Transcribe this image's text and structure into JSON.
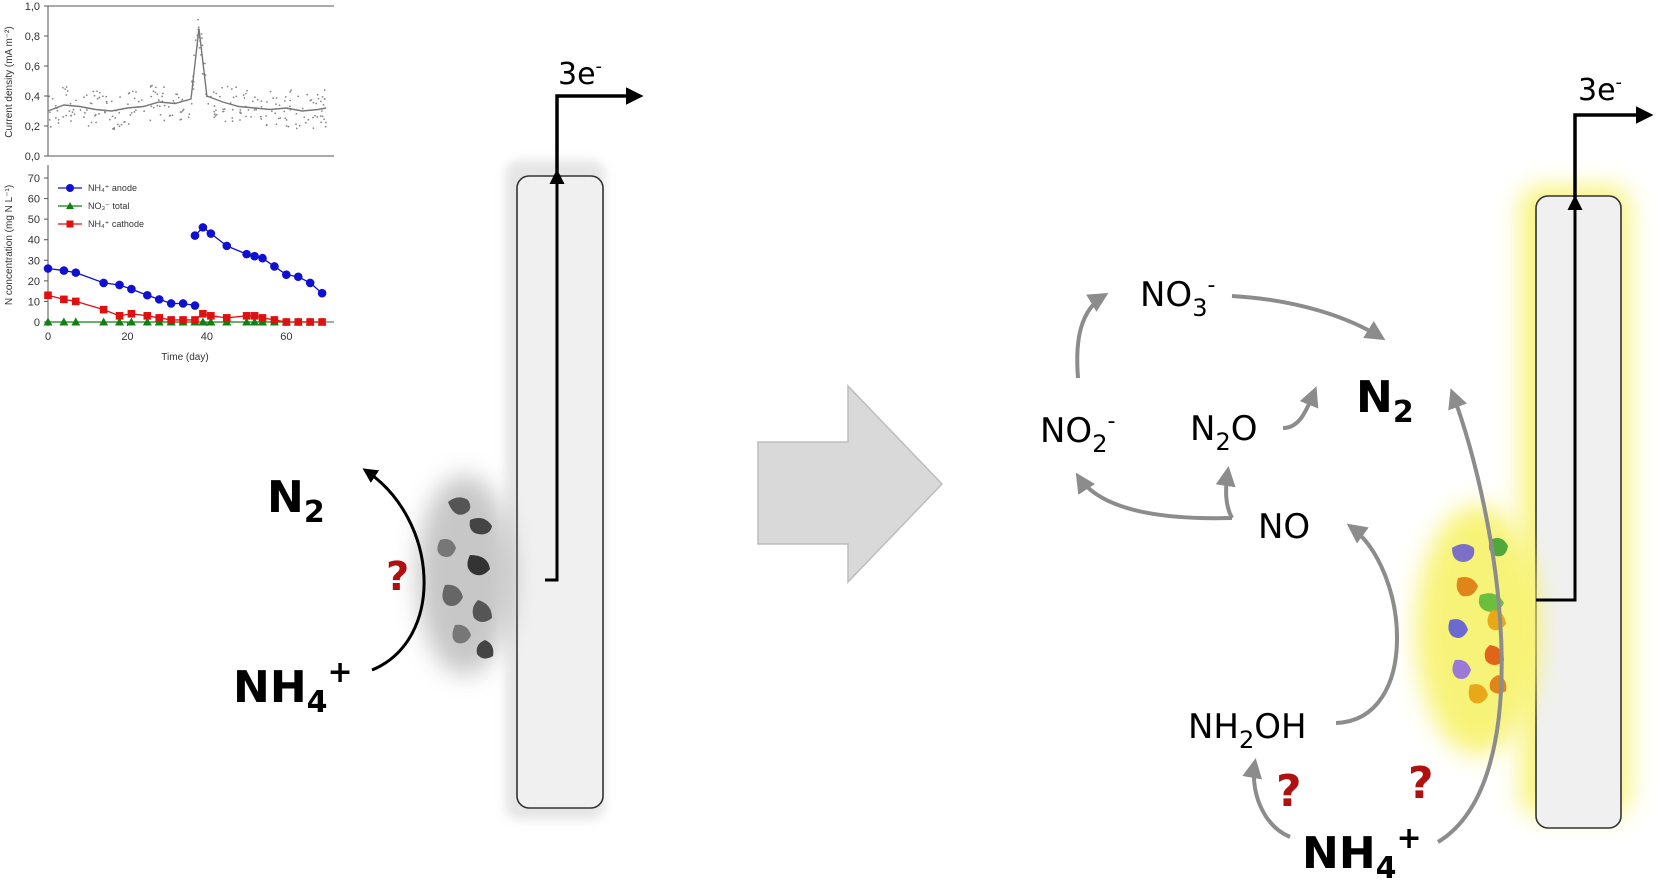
{
  "left_panel": {
    "electrons": {
      "text": "3e",
      "sup": "-"
    },
    "n2": {
      "base": "N",
      "sub": "2"
    },
    "nh4": {
      "base": "NH",
      "sub": "4",
      "sup": "+"
    },
    "question": "?"
  },
  "right_panel": {
    "electrons": {
      "text": "3e",
      "sup": "-"
    },
    "no3": {
      "base": "NO",
      "sub": "3",
      "sup": "-"
    },
    "no2": {
      "base": "NO",
      "sub": "2",
      "sup": "-"
    },
    "n2o": {
      "a": "N",
      "sub": "2",
      "b": "O"
    },
    "n2": {
      "base": "N",
      "sub": "2"
    },
    "no": "NO",
    "nh2oh": {
      "a": "NH",
      "sub": "2",
      "b": "OH"
    },
    "nh4": {
      "base": "NH",
      "sub": "4",
      "sup": "+"
    },
    "question_1": "?",
    "question_2": "?"
  },
  "colors": {
    "black": "#000000",
    "gray_arrow": "#8c8c8c",
    "question_red": "#b01010",
    "electrode_fill": "#f0f0f0",
    "glow_yellow": "#f7f26a",
    "big_arrow": "#d9d9d9"
  },
  "chart_data": [
    {
      "type": "scatter",
      "title": "",
      "xlabel": "",
      "ylabel": "Current density (mA m⁻²)",
      "xlim": [
        0,
        72
      ],
      "ylim": [
        0,
        1.0
      ],
      "y_ticks": [
        "0,0",
        "0,2",
        "0,4",
        "0,6",
        "0,8",
        "1,0"
      ],
      "grid": false,
      "series": [
        {
          "x": [
            0,
            4,
            8,
            12,
            16,
            20,
            24,
            28,
            32,
            36,
            38,
            40,
            44,
            48,
            52,
            56,
            60,
            64,
            68,
            70
          ],
          "values": [
            0.3,
            0.34,
            0.33,
            0.31,
            0.3,
            0.32,
            0.33,
            0.36,
            0.35,
            0.38,
            0.85,
            0.4,
            0.36,
            0.33,
            0.32,
            0.31,
            0.32,
            0.3,
            0.31,
            0.32
          ]
        }
      ]
    },
    {
      "type": "line",
      "title": "",
      "xlabel": "Time (day)",
      "ylabel": "N concentration (mg N L⁻¹)",
      "xlim": [
        0,
        72
      ],
      "ylim": [
        0,
        70
      ],
      "x_ticks": [
        "0",
        "20",
        "40",
        "60"
      ],
      "y_ticks": [
        "0",
        "10",
        "20",
        "30",
        "40",
        "50",
        "60",
        "70"
      ],
      "grid": false,
      "legend_position": "top-left",
      "series": [
        {
          "name": "NH₄⁺ anode",
          "color": "#1010d0",
          "marker": "circle",
          "x": [
            0,
            4,
            7,
            14,
            18,
            21,
            25,
            28,
            31,
            34,
            37,
            37,
            39,
            41,
            45,
            50,
            52,
            54,
            57,
            60,
            63,
            66,
            69
          ],
          "values": [
            26,
            25,
            24,
            19,
            18,
            16,
            13,
            11,
            9,
            9,
            8,
            42,
            46,
            43,
            37,
            33,
            32,
            31,
            27,
            23,
            22,
            19,
            14
          ]
        },
        {
          "name": "NO₃⁻ total",
          "color": "#108010",
          "marker": "triangle",
          "x": [
            0,
            4,
            7,
            14,
            18,
            21,
            25,
            28,
            31,
            34,
            37,
            39,
            41,
            45,
            50,
            52,
            54,
            57,
            60,
            63,
            66,
            69
          ],
          "values": [
            0,
            0,
            0,
            0,
            0,
            0,
            0,
            0,
            0,
            0,
            0,
            0,
            0,
            0,
            0,
            0,
            0,
            0,
            0,
            0,
            0,
            0
          ]
        },
        {
          "name": "NH₄⁺ cathode",
          "color": "#e01010",
          "marker": "square",
          "x": [
            0,
            4,
            7,
            14,
            18,
            21,
            25,
            28,
            31,
            34,
            37,
            39,
            41,
            45,
            50,
            52,
            54,
            57,
            60,
            63,
            66,
            69
          ],
          "values": [
            13,
            11,
            10,
            6,
            3,
            4,
            3,
            2,
            1,
            1,
            1,
            4,
            3,
            2,
            3,
            3,
            2,
            1,
            0,
            0,
            0,
            0
          ]
        }
      ]
    }
  ]
}
